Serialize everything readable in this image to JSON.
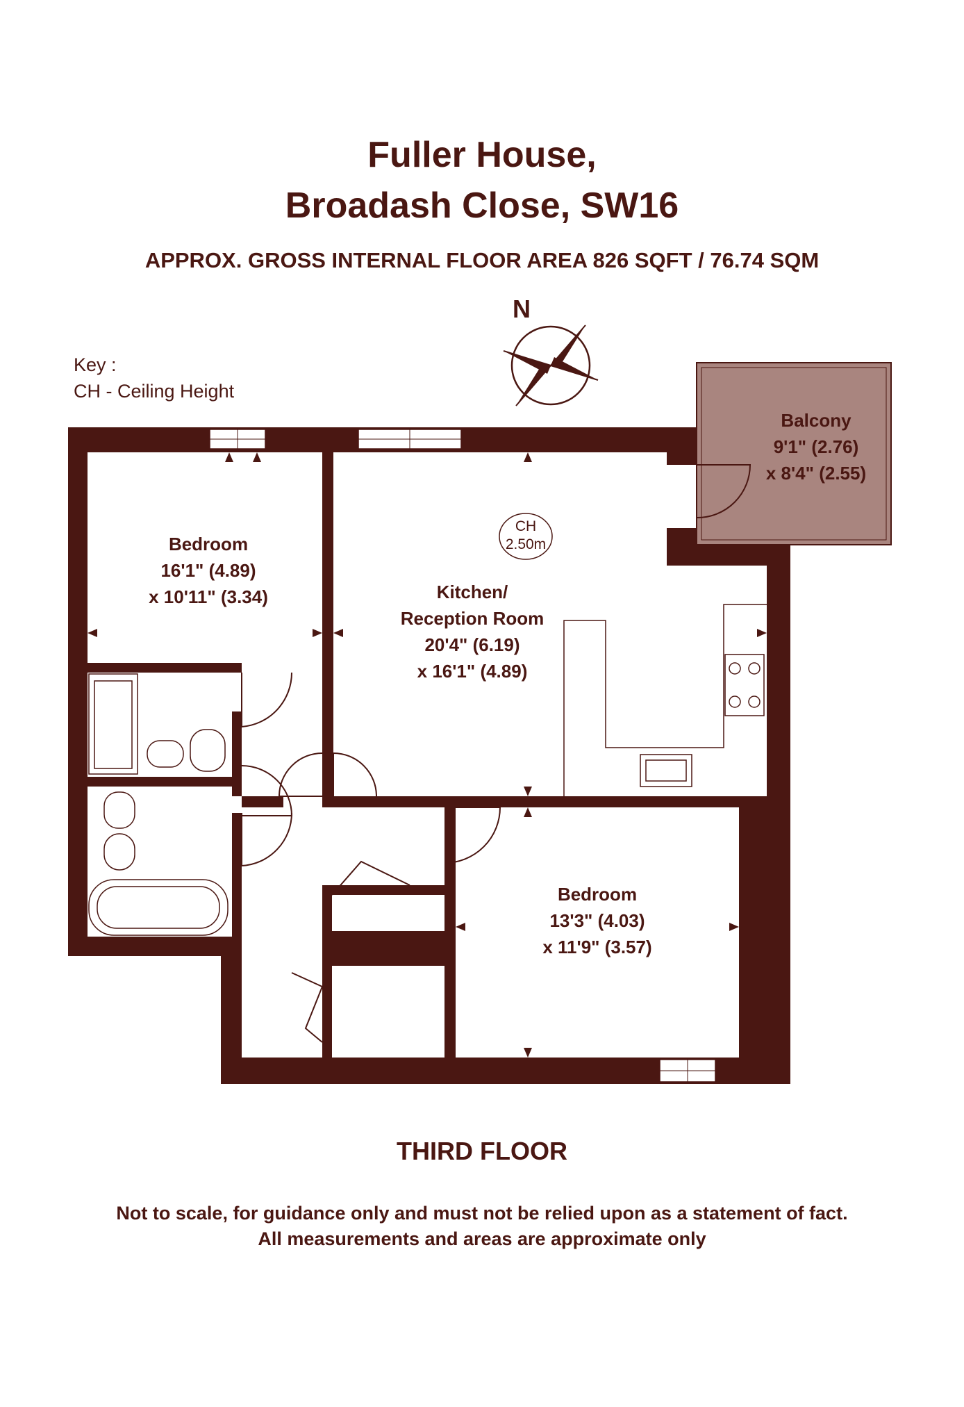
{
  "header": {
    "title_line1": "Fuller House,",
    "title_line2": "Broadash Close, SW16",
    "area": "APPROX. GROSS INTERNAL FLOOR AREA 826 SQFT / 76.74 SQM"
  },
  "compass": {
    "label": "N"
  },
  "key": {
    "title": "Key :",
    "line": "CH - Ceiling Height"
  },
  "rooms": {
    "bedroom1": {
      "name": "Bedroom",
      "dim1": "16'1\" (4.89)",
      "dim2": "x 10'11\" (3.34)"
    },
    "kitchen": {
      "name1": "Kitchen/",
      "name2": "Reception Room",
      "dim1": "20'4\" (6.19)",
      "dim2": "x 16'1\" (4.89)"
    },
    "balcony": {
      "name": "Balcony",
      "dim1": "9'1\" (2.76)",
      "dim2": "x 8'4\" (2.55)"
    },
    "bedroom2": {
      "name": "Bedroom",
      "dim1": "13'3\" (4.03)",
      "dim2": "x 11'9\" (3.57)"
    }
  },
  "ceiling": {
    "abbr": "CH",
    "value": "2.50m"
  },
  "floor_label": "THIRD FLOOR",
  "disclaimer": {
    "line1": "Not to scale, for guidance only and must not be relied upon as a statement of fact.",
    "line2": "All measurements and areas are approximate only"
  },
  "colors": {
    "wall": "#4a1712",
    "balcony_fill": "#a9857f",
    "text": "#4a1712",
    "background": "#ffffff"
  }
}
